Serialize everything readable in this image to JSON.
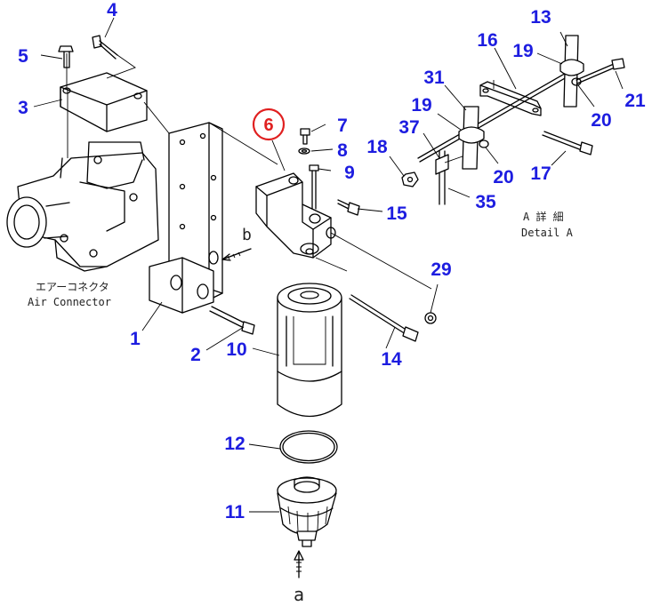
{
  "labels": {
    "p1": "1",
    "p2": "2",
    "p3": "3",
    "p4": "4",
    "p5": "5",
    "p6": "6",
    "p7": "7",
    "p8": "8",
    "p9": "9",
    "p10": "10",
    "p11": "11",
    "p12": "12",
    "p13": "13",
    "p14": "14",
    "p15": "15",
    "p16": "16",
    "p17": "17",
    "p18": "18",
    "p19a": "19",
    "p19b": "19",
    "p20a": "20",
    "p20b": "20",
    "p21": "21",
    "p29": "29",
    "p31": "31",
    "p35": "35",
    "p37": "37"
  },
  "captions": {
    "air_connector_jp": "エアーコネクタ",
    "air_connector_en": "Air Connector",
    "detail_jp": "A 詳 細",
    "detail_en": "Detail A",
    "view_b": "b",
    "view_a": "a"
  },
  "colors": {
    "part_number": "#1d1de0",
    "highlight": "#e02020"
  },
  "highlighted_part": "6"
}
